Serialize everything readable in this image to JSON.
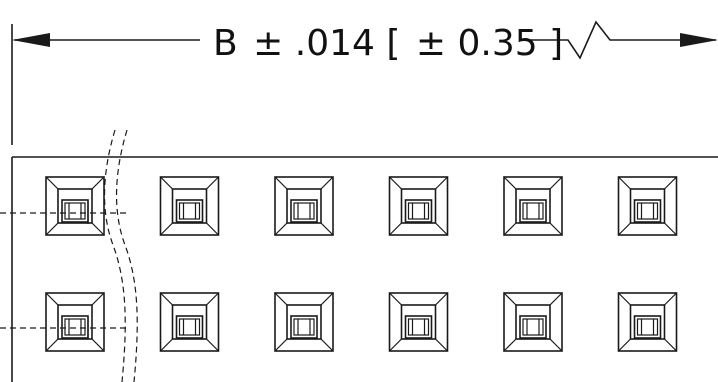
{
  "dimension": {
    "label": "B",
    "pm": "±",
    "inch": ".014",
    "open_bracket": "[",
    "mm": "0.35",
    "close_bracket": "]"
  },
  "grid": {
    "rows": 2,
    "cols": 6,
    "broken_at_col": 0
  },
  "colors": {
    "line": "#1a1a1a",
    "background": "#ffffff"
  }
}
